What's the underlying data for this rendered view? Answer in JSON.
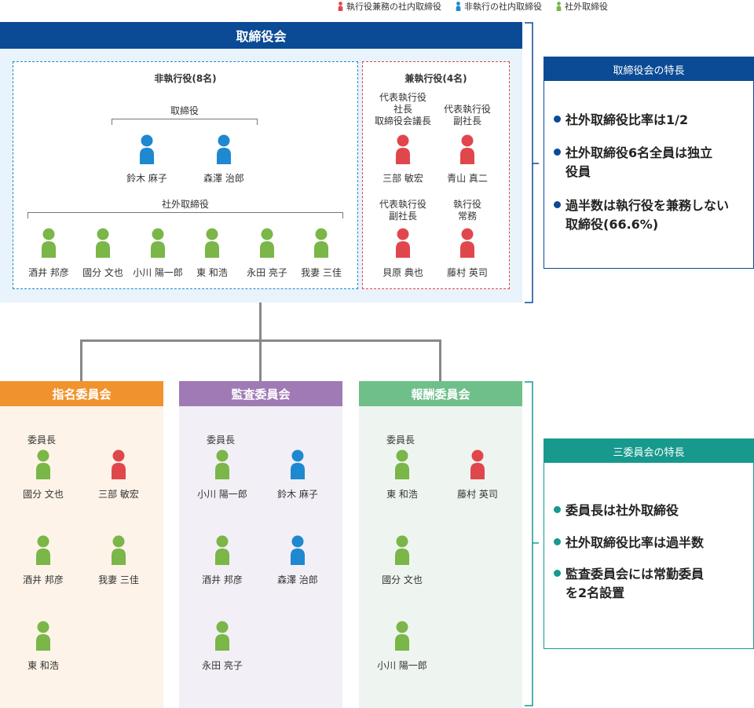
{
  "legend": [
    {
      "label": "執行役兼務の社内取締役",
      "color": "#e0474c"
    },
    {
      "label": "非執行の社内取締役",
      "color": "#1e88d0"
    },
    {
      "label": "社外取締役",
      "color": "#7ab648"
    }
  ],
  "board": {
    "title": "取締役会",
    "non_exec": {
      "title": "非執行役(8名)",
      "internal_label": "取締役",
      "internal": [
        "鈴木 麻子",
        "森澤 治郎"
      ],
      "external_label": "社外取締役",
      "external": [
        "酒井 邦彦",
        "國分 文也",
        "小川 陽一郎",
        "東 和浩",
        "永田 亮子",
        "我妻 三佳"
      ]
    },
    "exec": {
      "title": "兼執行役(4名)",
      "members": [
        {
          "role": "代表執行役\n社長\n取締役会議長",
          "name": "三部 敏宏"
        },
        {
          "role": "代表執行役\n副社長",
          "name": "青山 真二"
        },
        {
          "role": "代表執行役\n副社長",
          "name": "貝原 典也"
        },
        {
          "role": "執行役\n常務",
          "name": "藤村 英司"
        }
      ]
    }
  },
  "board_features": {
    "title": "取締役会の特長",
    "items": [
      "社外取締役比率は1/2",
      "社外取締役6名全員は独立\n役員",
      "過半数は執行役を兼務しない\n取締役(66.6%)"
    ]
  },
  "committees": [
    {
      "title": "指名委員会",
      "bar_color": "#f0932e",
      "bg_color": "#fdf3e8",
      "chair_label": "委員長",
      "members": [
        {
          "name": "國分 文也",
          "type": "outside"
        },
        {
          "name": "三部 敏宏",
          "type": "exec"
        },
        {
          "name": "酒井 邦彦",
          "type": "outside"
        },
        {
          "name": "我妻 三佳",
          "type": "outside"
        },
        {
          "name": "東 和浩",
          "type": "outside"
        }
      ]
    },
    {
      "title": "監査委員会",
      "bar_color": "#a07ab4",
      "bg_color": "#f3eff6",
      "chair_label": "委員長",
      "members": [
        {
          "name": "小川 陽一郎",
          "type": "outside"
        },
        {
          "name": "鈴木 麻子",
          "type": "nonexec"
        },
        {
          "name": "酒井 邦彦",
          "type": "outside"
        },
        {
          "name": "森澤 治郎",
          "type": "nonexec"
        },
        {
          "name": "永田 亮子",
          "type": "outside"
        }
      ]
    },
    {
      "title": "報酬委員会",
      "bar_color": "#6fbf8a",
      "bg_color": "#eef5f1",
      "chair_label": "委員長",
      "members": [
        {
          "name": "東 和浩",
          "type": "outside"
        },
        {
          "name": "藤村 英司",
          "type": "exec"
        },
        {
          "name": "國分 文也",
          "type": "outside"
        },
        {
          "name": "小川 陽一郎",
          "type": "outside"
        }
      ]
    }
  ],
  "committee_features": {
    "title": "三委員会の特長",
    "items": [
      "委員長は社外取締役",
      "社外取締役比率は過半数",
      "監査委員会には常勤委員\nを2名設置"
    ]
  },
  "colors": {
    "board_blue": "#0b4a94",
    "teal": "#17998d",
    "exec": "#e0474c",
    "nonexec": "#1e88d0",
    "outside": "#7ab648"
  }
}
